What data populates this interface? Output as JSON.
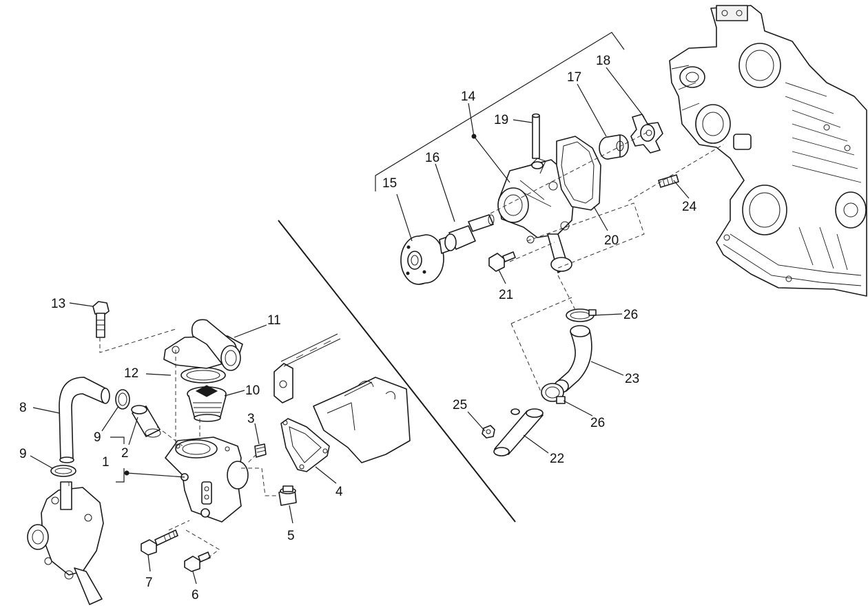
{
  "diagram": {
    "part_numbers": {
      "p1": "1",
      "p2": "2",
      "p3": "3",
      "p4": "4",
      "p5": "5",
      "p6": "6",
      "p7": "7",
      "p8": "8",
      "p9a": "9",
      "p9b": "9",
      "p10": "10",
      "p11": "11",
      "p12": "12",
      "p13": "13",
      "p14": "14",
      "p15": "15",
      "p16": "16",
      "p17": "17",
      "p18": "18",
      "p19": "19",
      "p20": "20",
      "p21": "21",
      "p22": "22",
      "p23": "23",
      "p24": "24",
      "p25": "25",
      "p26a": "26",
      "p26b": "26"
    }
  }
}
